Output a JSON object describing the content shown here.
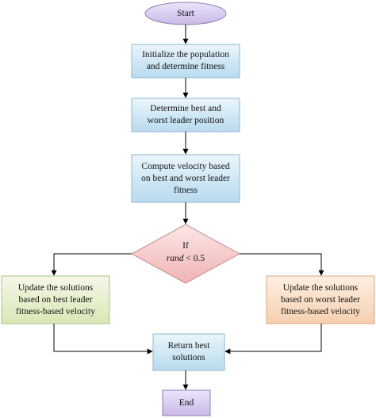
{
  "nodes": {
    "start": "Start",
    "init": [
      "Initialize the population",
      "and determine fitness"
    ],
    "leader": [
      "Determine best and",
      "worst leader position"
    ],
    "velocity": [
      "Compute velocity based",
      "on best and worst leader",
      "fitness"
    ],
    "decision": {
      "word": "If",
      "var": "rand",
      "rest": " < 0.5"
    },
    "update_best": [
      "Update the solutions",
      "based on best leader",
      "fitness-based velocity"
    ],
    "update_worst": [
      "Update the solutions",
      "based on worst leader",
      "fitness-based velocity"
    ],
    "return": [
      "Return best",
      "solutions"
    ],
    "end": "End"
  },
  "colors": {
    "terminal_fill": "#d9ccf0",
    "process_fill": "#cfe6f3",
    "decision_fill": "#f5c9c9",
    "best_fill": "#e6efcf",
    "worst_fill": "#fbe1cc",
    "stroke": "#000000"
  }
}
